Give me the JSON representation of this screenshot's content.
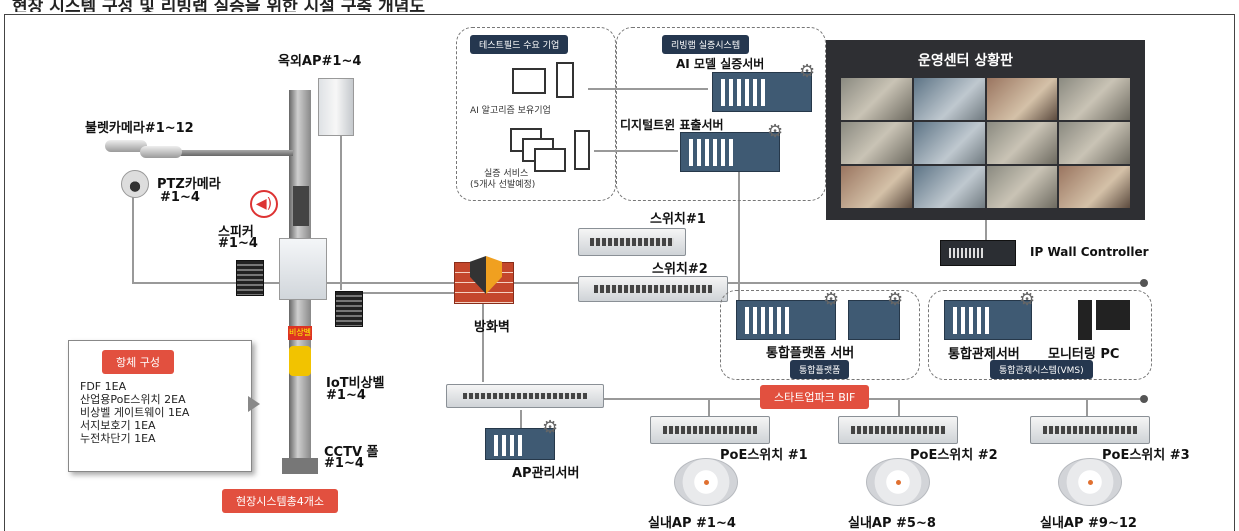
{
  "header_cut_text": "현장 시스템 구성 및 리빙랩 실증을 위한 시설 구축 개념도",
  "test_field": {
    "tag": "테스트필드 수요 기업",
    "ai_company": "AI 알고리즘 보유기업",
    "service_line1": "실증 서비스",
    "service_line2": "(5개사 선발예정)"
  },
  "livinglab": {
    "tag": "리빙랩 실증시스템",
    "ai_server": "AI 모델 실증서버",
    "twin_server": "디지털트윈 표출서버"
  },
  "ops_center": {
    "title": "운영센터 상황판",
    "ip_wall": "IP Wall Controller"
  },
  "field": {
    "outdoor_ap": "옥외AP#1~4",
    "bullet_cam": "불렛카메라#1~12",
    "ptz_line1": "PTZ카메라",
    "ptz_line2": "#1~4",
    "speaker_line1": "스피커",
    "speaker_line2": "#1~4",
    "iot_bell_line1": "IoT비상벨",
    "iot_bell_line2": "#1~4",
    "cctv_line1": "CCTV 폴",
    "cctv_line2": "#1~4",
    "bell_sign": "비상벨",
    "site_tag": "현장시스템총4개소"
  },
  "items_box": {
    "tag": "항체 구성",
    "items": [
      "FDF 1EA",
      "산업용PoE스위치 2EA",
      "비상벨 게이트웨이 1EA",
      "서지보호기 1EA",
      "누전차단기 1EA"
    ]
  },
  "network": {
    "switch1": "스위치#1",
    "switch2": "스위치#2",
    "firewall": "방화벽",
    "ap_mgmt": "AP관리서버"
  },
  "platform": {
    "server": "통합플랫폼 서버",
    "tag": "통합플랫폼"
  },
  "vms": {
    "server": "통합관제서버",
    "monitor": "모니터링 PC",
    "tag": "통합관제시스템(VMS)"
  },
  "bif_tag": "스타트업파크 BIF",
  "poe": [
    {
      "switch": "PoE스위치 #1",
      "ap": "실내AP #1~4"
    },
    {
      "switch": "PoE스위치 #2",
      "ap": "실내AP #5~8"
    },
    {
      "switch": "PoE스위치 #3",
      "ap": "실내AP #9~12"
    }
  ],
  "colors": {
    "navy": "#25374f",
    "red": "#e2503f",
    "server": "#3f5a73"
  }
}
